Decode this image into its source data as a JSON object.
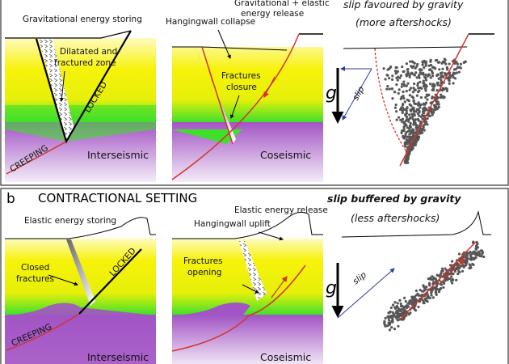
{
  "colors": {
    "yellow": "#f7f20a",
    "green": "#3fe02a",
    "purple": "#a254c4",
    "fault": "#d2342a",
    "slip_arrow": "#2a3e9e",
    "dots": "#555555"
  },
  "panel_a": {
    "interseismic": {
      "top_label": "Gravitational energy storing",
      "zone_label": "Dilatated and fractured zone",
      "zone_label_l1": "Dilatated and",
      "zone_label_l2": "fractured zone",
      "locked": "LOCKED",
      "creeping": "CREEPING",
      "phase": "Interseismic"
    },
    "coseismic": {
      "top_label": "Gravitational + elastic energy release",
      "top_label_l1": "Gravitational + elastic",
      "top_label_l2": "energy release",
      "hw_label": "Hangingwall collapse",
      "fr_label_l1": "Fractures",
      "fr_label_l2": "closure",
      "phase": "Coseismic"
    },
    "summary": {
      "title": "slip favoured by gravity",
      "subtitle": "(more aftershocks)",
      "g": "g",
      "slip": "slip"
    }
  },
  "panel_b": {
    "letter": "b",
    "setting": "CONTRACTIONAL SETTING",
    "interseismic": {
      "top_label": "Elastic energy storing",
      "fr_label_l1": "Closed",
      "fr_label_l2": "fractures",
      "locked": "LOCKED",
      "creeping": "CREEPING",
      "phase": "Interseismic"
    },
    "coseismic": {
      "top_label": "Elastic energy release",
      "hw_label": "Hangingwall uplift",
      "fr_label_l1": "Fractures",
      "fr_label_l2": "opening",
      "phase": "Coseismic"
    },
    "summary": {
      "title": "slip buffered by gravity",
      "subtitle": "(less aftershocks)",
      "g": "g",
      "slip": "slip"
    }
  }
}
